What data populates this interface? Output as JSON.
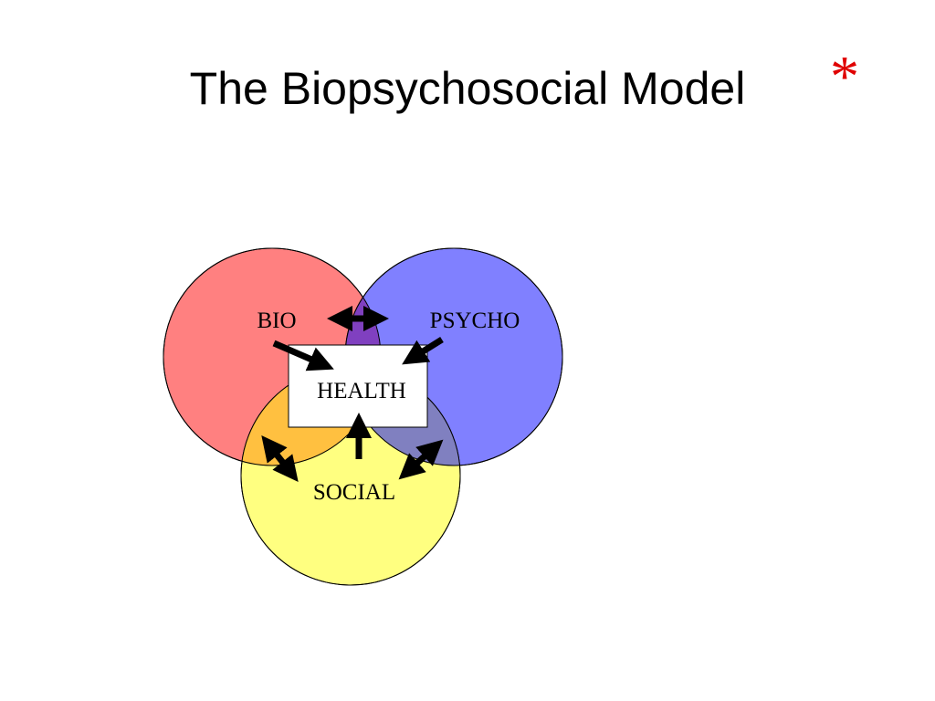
{
  "slide": {
    "title": "The Biopsychosocial Model",
    "mark": "*"
  },
  "diagram": {
    "nodes": {
      "bio": {
        "label": "BIO",
        "color": "#ff8080"
      },
      "psycho": {
        "label": "PSYCHO",
        "color": "#8080ff"
      },
      "social": {
        "label": "SOCIAL",
        "color": "#ffff80"
      },
      "health": {
        "label": "HEALTH",
        "color": "#ffffff"
      }
    },
    "overlap_colors": {
      "bio_psycho": "#8040c0",
      "bio_social": "#ffc040",
      "psycho_social": "#8080c0"
    },
    "arrow_color": "#000000",
    "mark_color": "#e00000"
  }
}
